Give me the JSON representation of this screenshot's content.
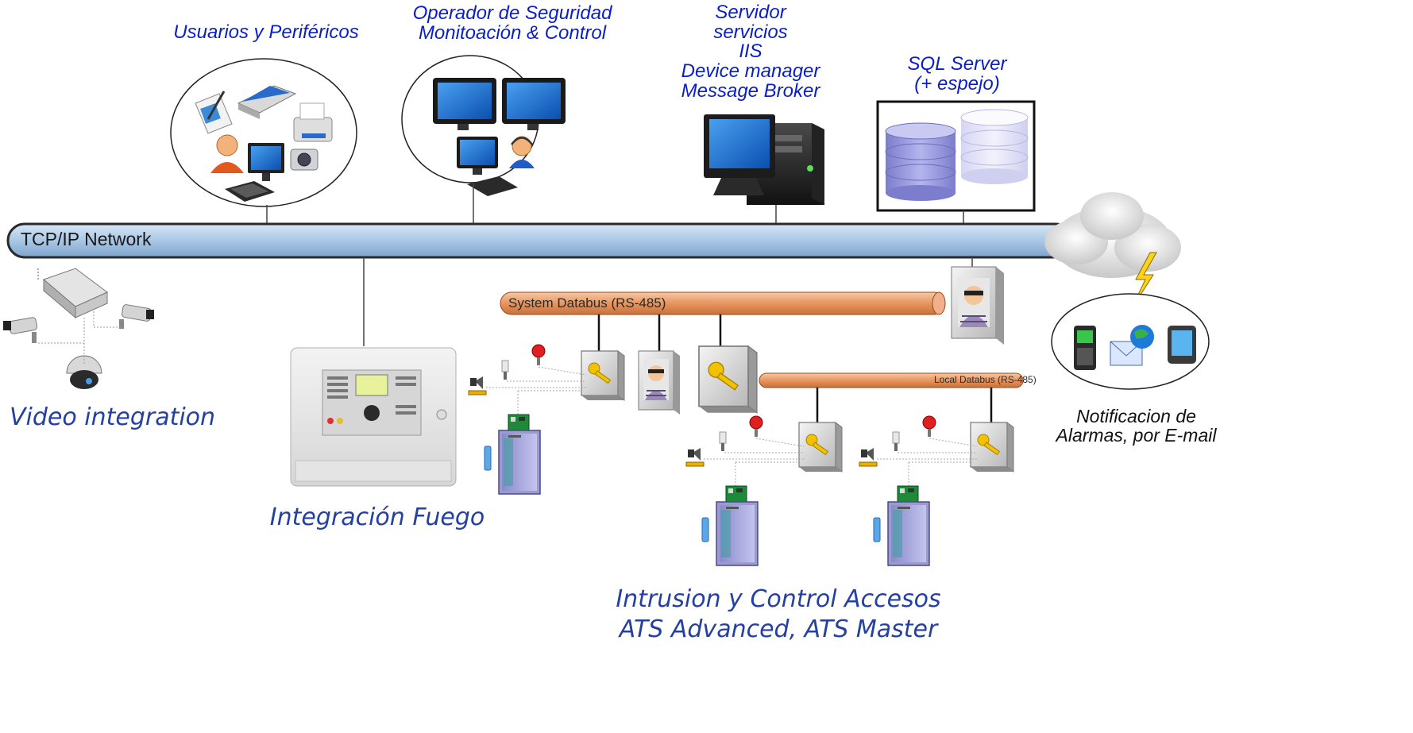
{
  "labels": {
    "users": "Usuarios y  Periféricos",
    "operator": [
      "Operador de Seguridad",
      "Monitoación & Control"
    ],
    "server": [
      "Servidor",
      "servicios",
      "IIS",
      "Device manager",
      "Message Broker"
    ],
    "sql": [
      "SQL Server",
      "(+ espejo)"
    ],
    "video": "Video integration",
    "fire": "Integración Fuego",
    "intrusion": [
      "Intrusion y Control Accesos",
      "ATS Advanced, ATS Master"
    ],
    "notification": [
      "Notificacion de",
      "Alarmas, por E-mail"
    ]
  },
  "buses": {
    "tcp": "TCP/IP Network",
    "system": "System Databus (RS-485)",
    "local": "Local Databus (RS-485)"
  },
  "colors": {
    "caption_blue": "#0a1ec8",
    "network_blue": "#a9c7e6",
    "databus_orange": "#e8955f",
    "db_purple": "#8e8fd8"
  },
  "icons": [
    "tablet-pen-icon",
    "scanner-icon",
    "printer-icon",
    "user-icon",
    "monitor-icon",
    "keyboard-icon",
    "camera-icon",
    "operator-headset-icon",
    "server-tower-icon",
    "database-icon",
    "cloud-icon",
    "lightning-icon",
    "mobile-phone-icon",
    "email-icon",
    "globe-icon",
    "pda-icon",
    "nvr-icon",
    "cctv-camera-icon",
    "dome-camera-icon",
    "fire-panel-icon",
    "key-controller-icon",
    "intruder-icon",
    "door-icon",
    "card-reader-icon",
    "siren-icon",
    "speaker-icon",
    "pir-sensor-icon",
    "circuit-board-icon"
  ]
}
